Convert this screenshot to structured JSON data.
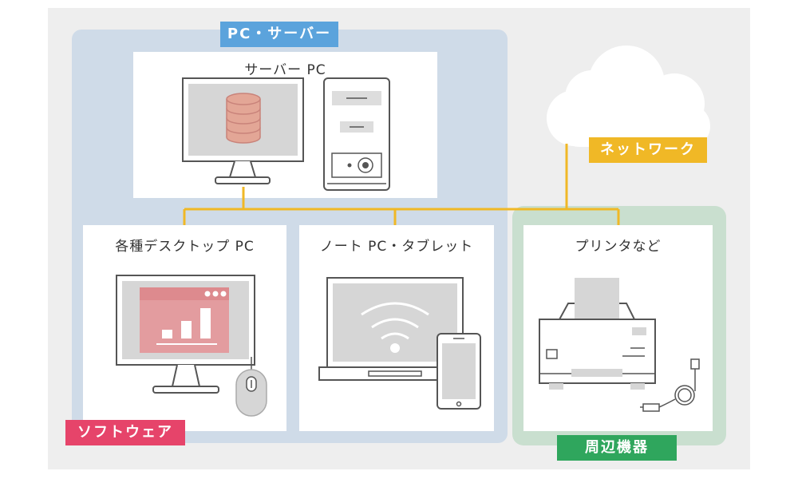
{
  "zones": {
    "pc_server_label": "PC・サーバー",
    "network_label": "ネットワーク",
    "software_label": "ソフトウェア",
    "peripherals_label": "周辺機器"
  },
  "devices": {
    "server_title": "サーバー PC",
    "desktop_title": "各種デスクトップ PC",
    "laptop_title": "ノート PC・タブレット",
    "printer_title": "プリンタなど"
  },
  "colors": {
    "pc_zone": "#cfdbe8",
    "periph_zone": "#c9dfcf",
    "network_line": "#f0b826",
    "pc_tag": "#5ba3dc",
    "software_tag": "#e6446a",
    "periph_tag": "#2fa65d",
    "database": "#e3a696",
    "software_window": "#e39c9f"
  }
}
